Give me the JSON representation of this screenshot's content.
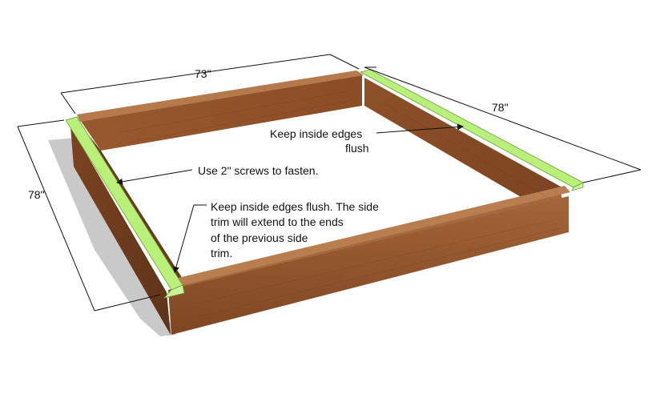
{
  "dimensions": {
    "top": "73\"",
    "right": "78\"",
    "left": "78\""
  },
  "notes": {
    "flush_right_line1": "Keep inside edges",
    "flush_right_line2": "flush",
    "screws": "Use 2\" screws to fasten.",
    "trim_line1": "Keep inside edges flush.  The side",
    "trim_line2": "trim will extend to the ends",
    "trim_line3": "of the previous side",
    "trim_line4": "trim."
  },
  "colors": {
    "wood_light": "#9a5a30",
    "wood_mid": "#8a4f28",
    "wood_dark": "#6e3c1c",
    "trim": "#b8f07a",
    "shadow": "#c8c8c8"
  }
}
